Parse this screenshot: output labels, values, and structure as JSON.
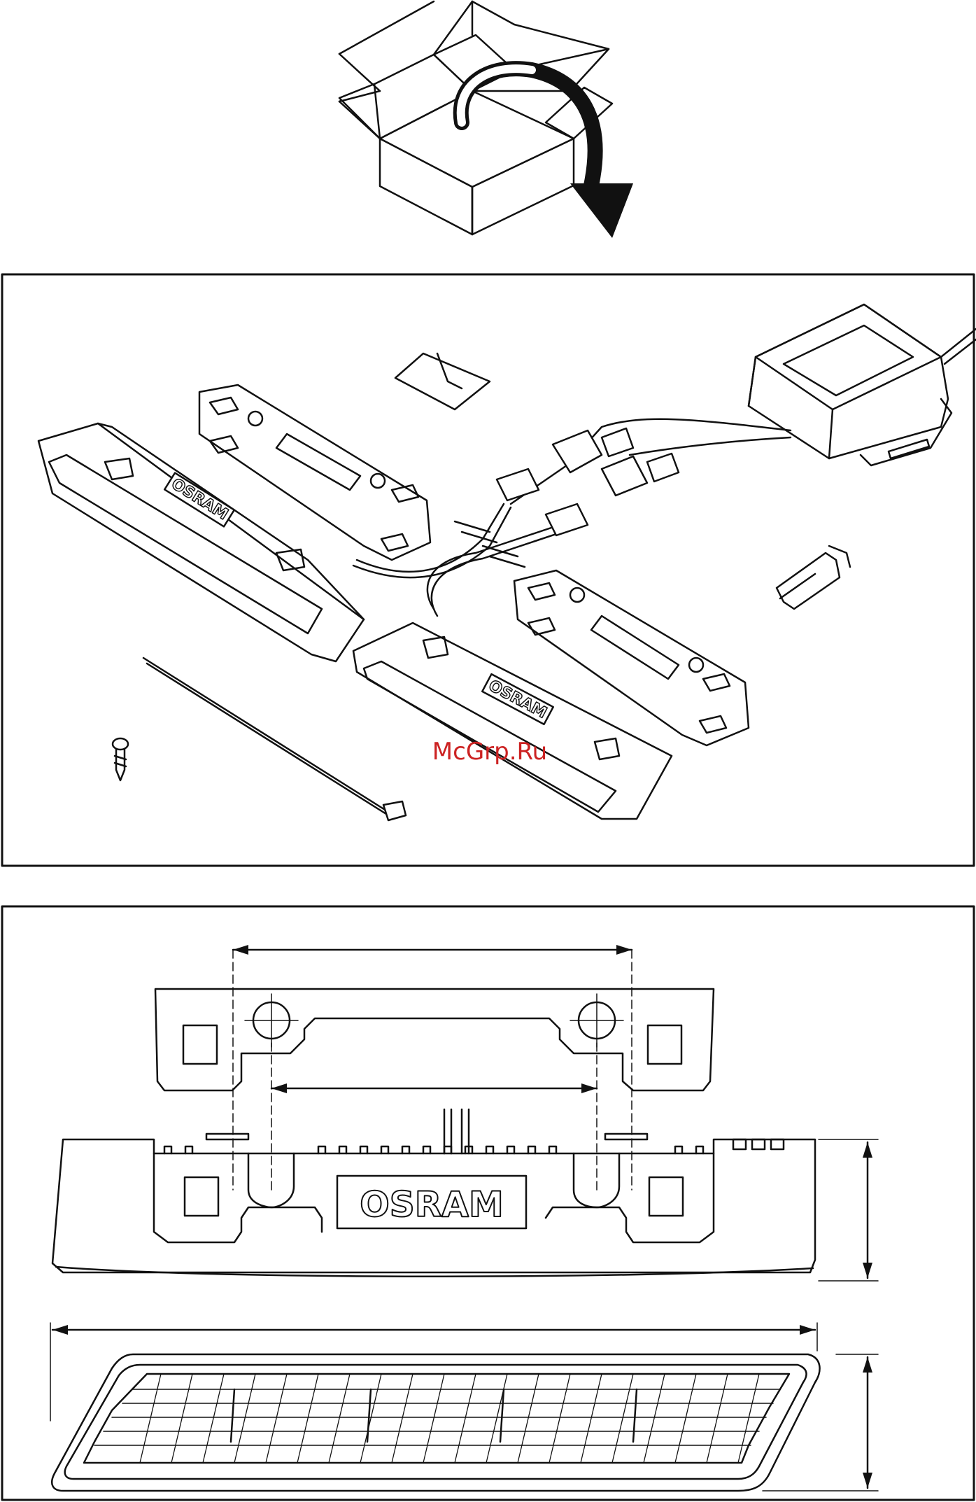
{
  "brand_label": "OSRAM",
  "watermark": "McGrp.Ru",
  "colors": {
    "line": "#111111",
    "panel_border": "#111111",
    "watermark": "#cc2222",
    "background": "#ffffff"
  },
  "sections": {
    "unbox": "unboxing-illustration",
    "kit": "kit-contents-panel",
    "dimensions": "dimension-drawing-panel"
  }
}
